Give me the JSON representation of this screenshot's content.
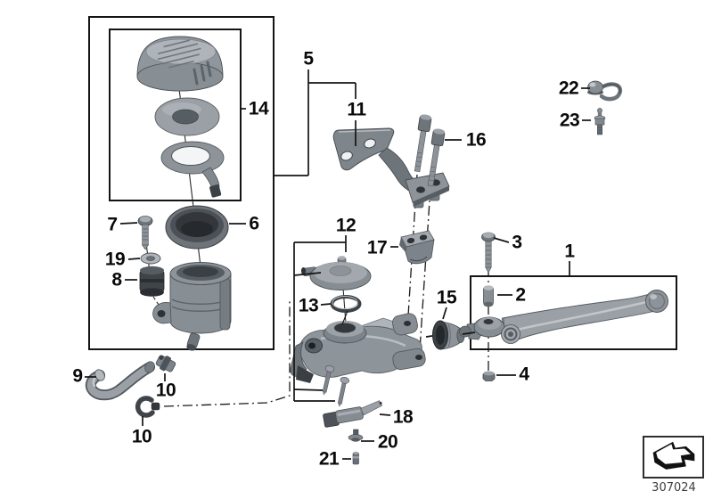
{
  "diagram": {
    "callouts": {
      "1": "1",
      "2": "2",
      "3": "3",
      "4": "4",
      "5": "5",
      "6": "6",
      "7": "7",
      "8": "8",
      "9": "9",
      "10a": "10",
      "10b": "10",
      "11": "11",
      "12": "12",
      "13": "13",
      "14": "14",
      "15": "15",
      "16": "16",
      "17": "17",
      "18": "18",
      "19": "19",
      "20": "20",
      "21": "21",
      "22": "22",
      "23": "23"
    },
    "footer": {
      "drawing_number": "307024"
    },
    "icons": {
      "logo": "flat-arrow-up-left"
    },
    "colors": {
      "line": "#111111",
      "metal_light": "#b9bec3",
      "metal_mid": "#8d9399",
      "metal_dark": "#565d63",
      "rubber_dark": "#3c4146",
      "background": "#ffffff"
    }
  }
}
